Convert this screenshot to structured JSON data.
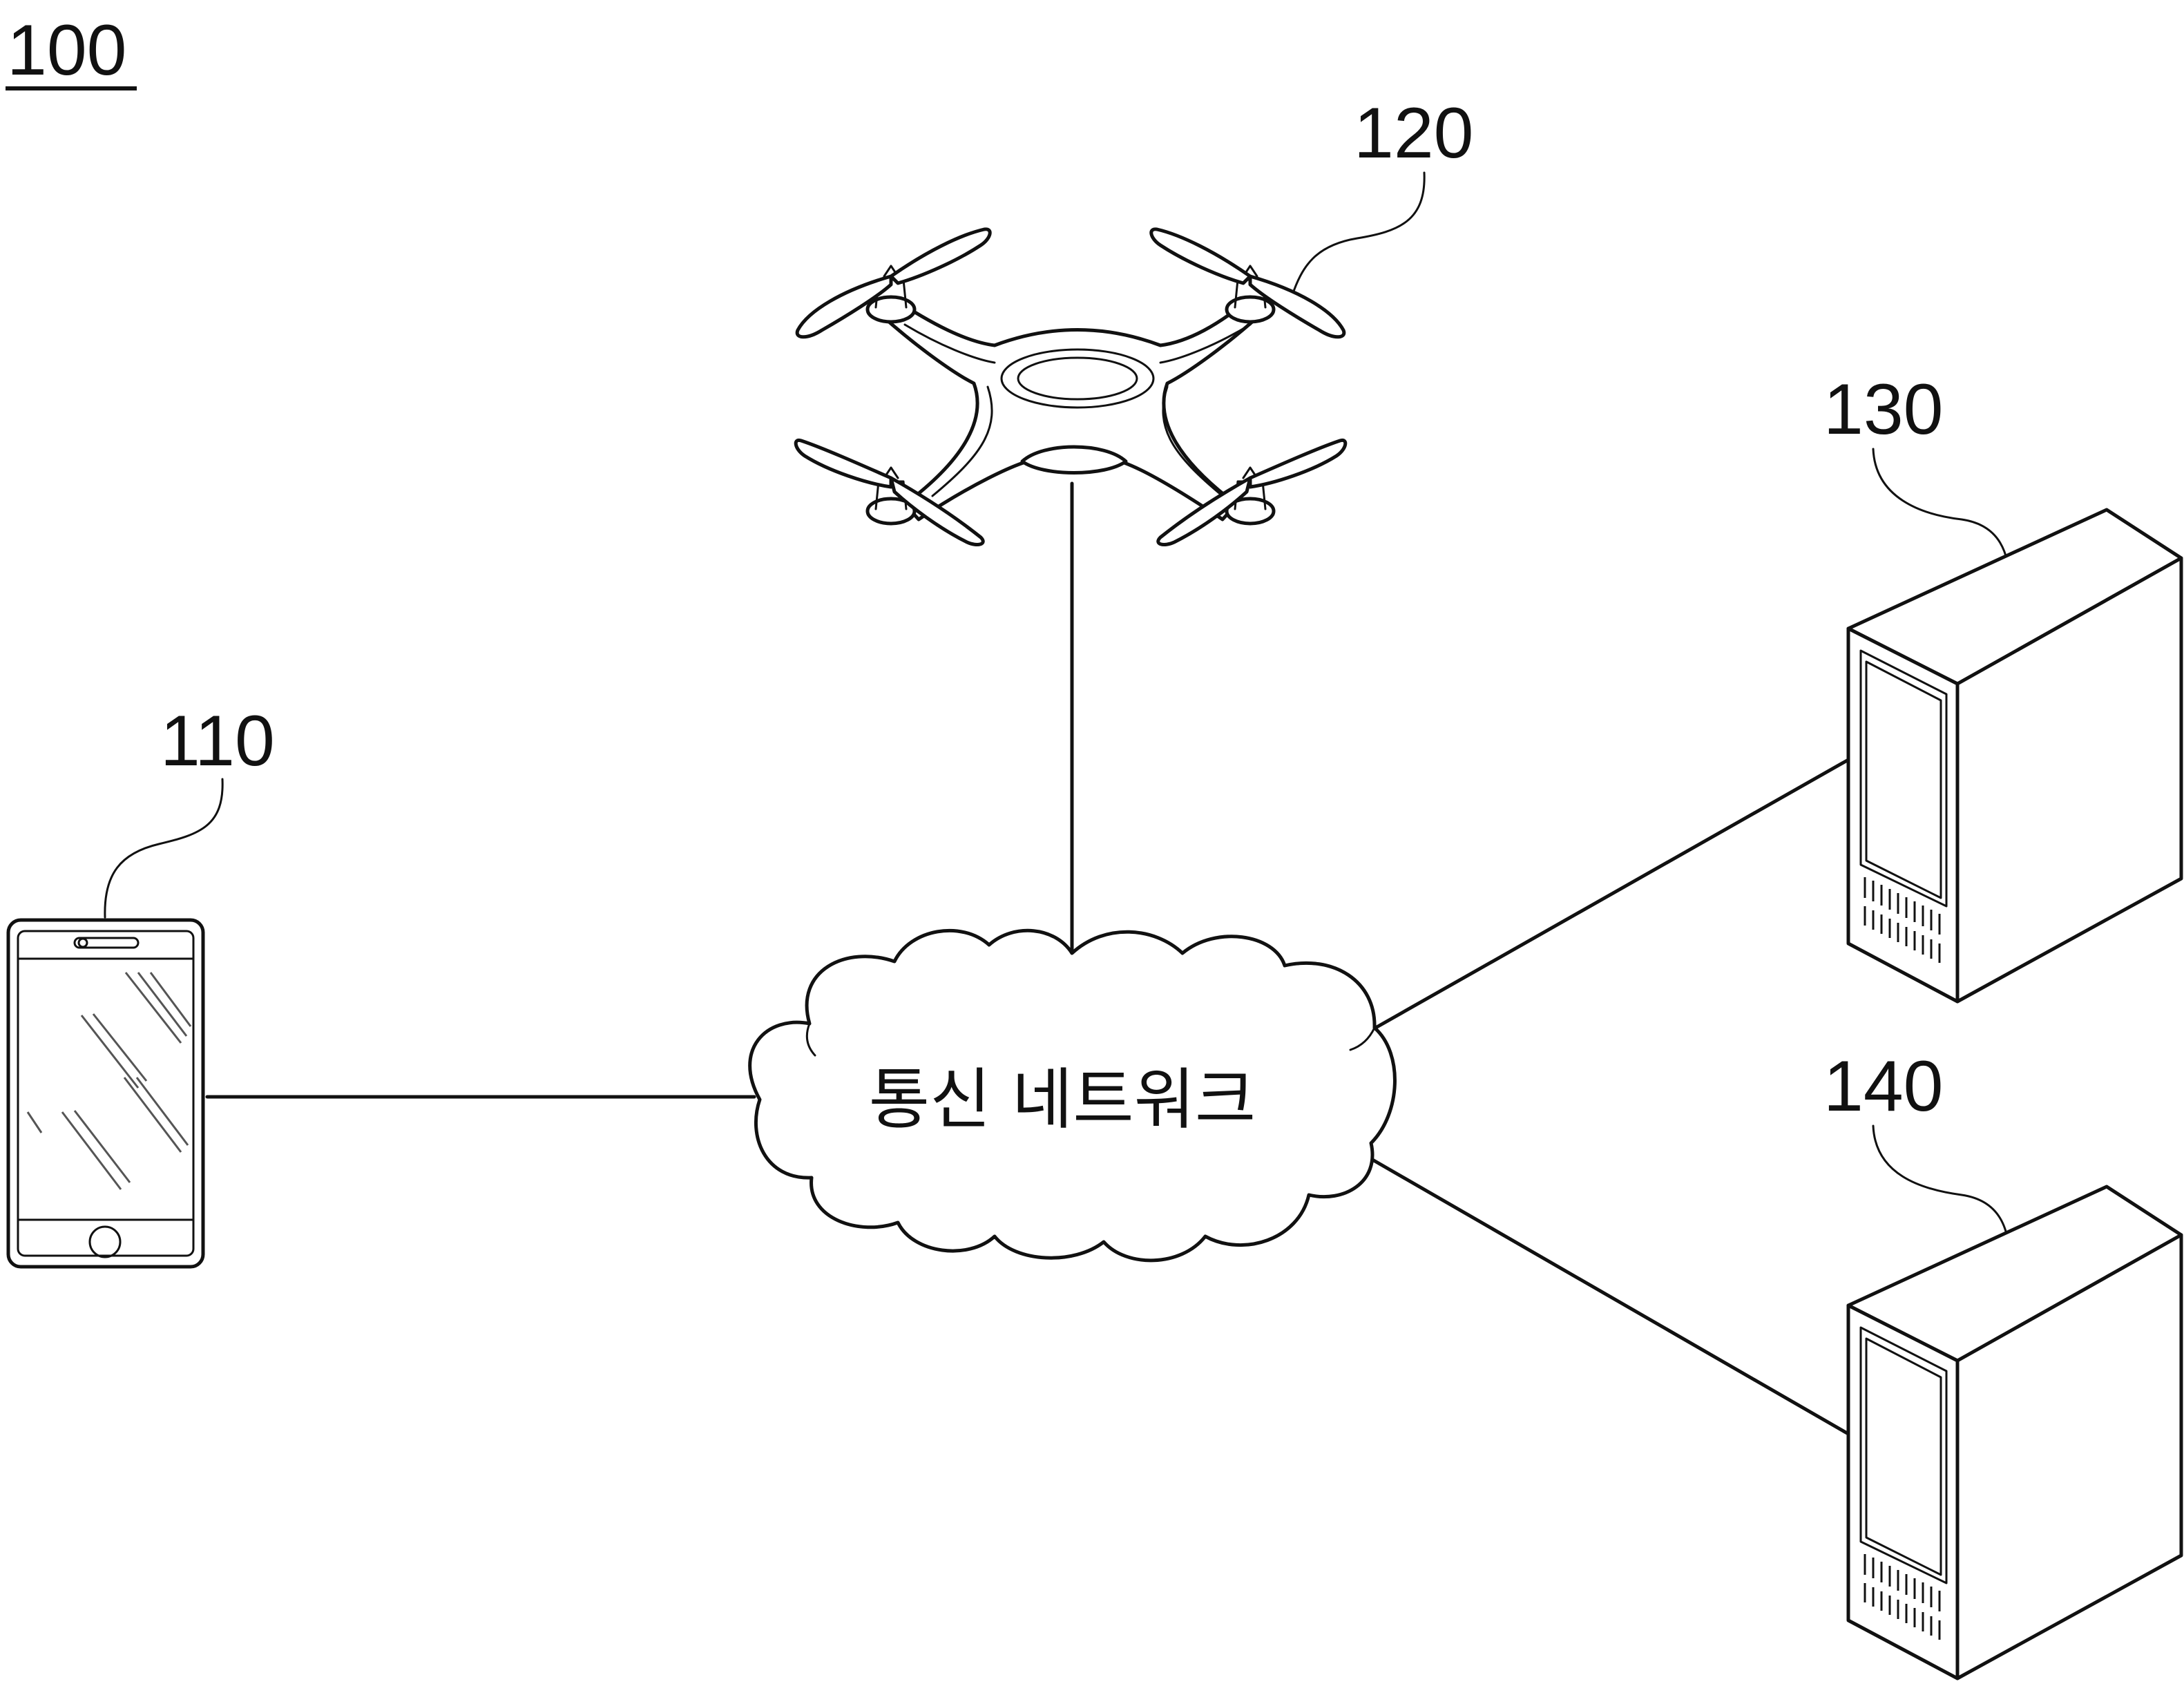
{
  "figure": {
    "ref_label": "100"
  },
  "network": {
    "label": "통신 네트워크"
  },
  "devices": {
    "smartphone": {
      "ref": "110",
      "icon": "smartphone-icon"
    },
    "drone": {
      "ref": "120",
      "icon": "drone-icon"
    },
    "server_1": {
      "ref": "130",
      "icon": "server-tower-icon"
    },
    "server_2": {
      "ref": "140",
      "icon": "server-tower-icon"
    }
  }
}
